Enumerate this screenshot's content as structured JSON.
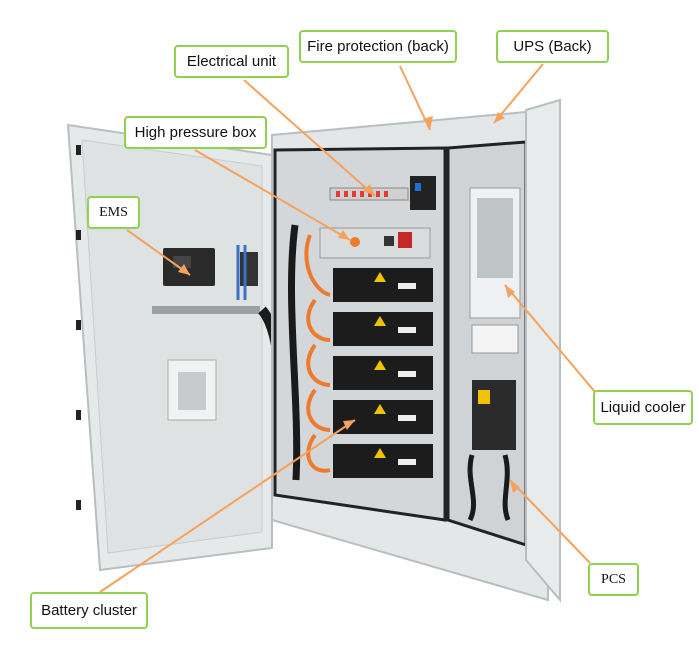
{
  "colors": {
    "callout_line": "#f5a25d",
    "label_border": "#92d050",
    "cabinet": "#e4e7e8",
    "battery_module": "#1c1c1c",
    "cable_orange": "#ee7a2e",
    "warning_yellow": "#f2c200"
  },
  "labels": {
    "electrical_unit": "Electrical unit",
    "fire_protection": "Fire protection (back)",
    "ups": "UPS (Back)",
    "high_pressure_box": "High pressure box",
    "ems": "EMS",
    "liquid_cooler": "Liquid cooler",
    "pcs": "PCS",
    "battery_cluster": "Battery cluster"
  },
  "battery_modules": 5
}
